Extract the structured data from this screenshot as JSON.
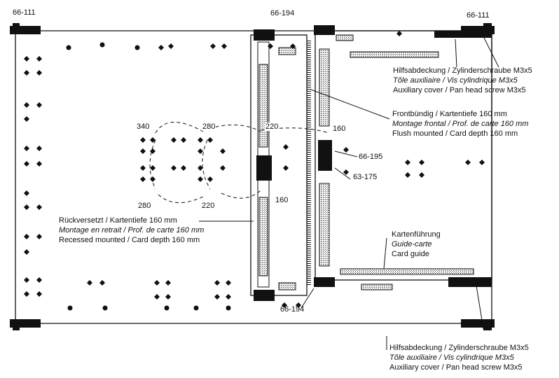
{
  "parts": {
    "rail_top_left": "66-111",
    "rail_top_right": "66-111",
    "guide_holder_top": "66-194",
    "guide_holder_bottom": "66-194",
    "screw_upper": "66-195",
    "screw_lower": "63-175"
  },
  "dimensions": {
    "d340": "340",
    "d280_top": "280",
    "d220_top": "220",
    "d160_right": "160",
    "d160_mid": "160",
    "d280_bottom": "280",
    "d220_bottom": "220"
  },
  "callouts": {
    "aux_cover_top": {
      "de": "Hilfsabdeckung / Zylinderschraube M3x5",
      "fr": "Tôle auxiliaire / Vis cylindrique M3x5",
      "en": "Auxiliary cover / Pan head screw M3x5"
    },
    "flush": {
      "de": "Frontbündig / Kartentiefe 160 mm",
      "fr": "Montage frontal / Prof. de carte  160 mm",
      "en": "Flush mounted / Card depth 160 mm"
    },
    "recessed": {
      "de": "Rückversetzt / Kartentiefe 160 mm",
      "fr": "Montage en retrait / Prof. de carte  160 mm",
      "en": "Recessed mounted / Card depth 160 mm"
    },
    "card_guide": {
      "de": "Kartenführung",
      "fr": "Guide-carte",
      "en": "Card guide"
    },
    "aux_cover_bottom": {
      "de": "Hilfsabdeckung / Zylinderschraube M3x5",
      "fr": "Tôle auxiliaire / Vis cylindrique M3x5",
      "en": "Auxiliary cover / Pan head screw M3x5"
    }
  }
}
